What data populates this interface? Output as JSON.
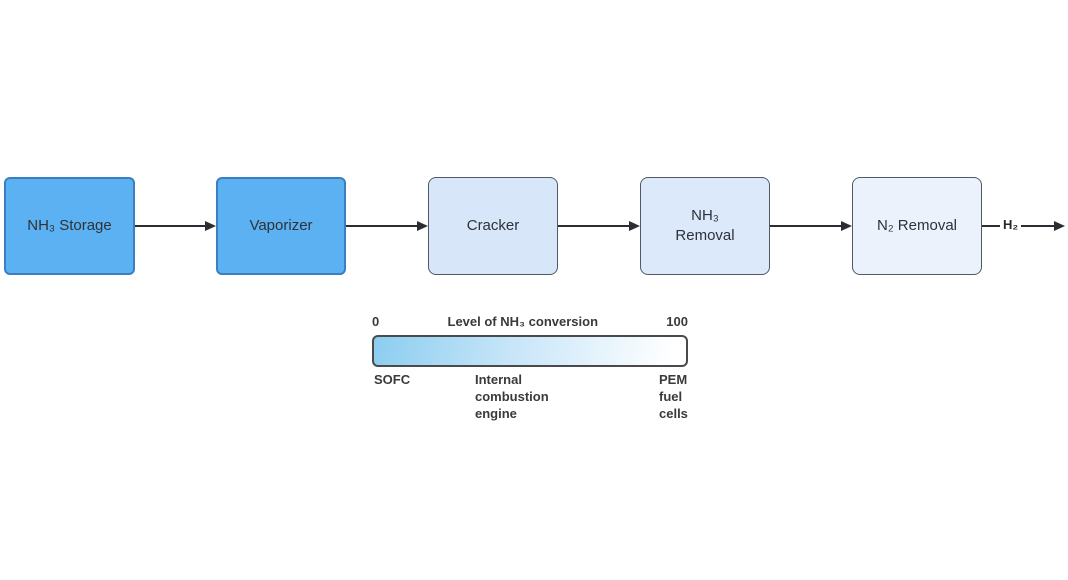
{
  "flow": {
    "boxes": [
      {
        "label": "NH₃ Storage"
      },
      {
        "label": "Vaporizer"
      },
      {
        "label": "Cracker"
      },
      {
        "label": "NH₃\nRemoval"
      },
      {
        "label": "N₂ Removal"
      }
    ],
    "output_label": "H₂"
  },
  "conversion_scale": {
    "min": "0",
    "max": "100",
    "title": "Level of NH₃ conversion",
    "labels": {
      "left": "SOFC",
      "middle": "Internal combustion engine",
      "right": "PEM fuel cells"
    }
  },
  "colors": {
    "primary_box_fill": "#5cb1f2",
    "primary_box_border": "#3c7ebe",
    "cracker_box_fill": "#d7e6f9",
    "nh3_removal_box_fill": "#dce9fb",
    "n2_removal_box_fill": "#ecf2fb",
    "light_box_border": "#4f5a66",
    "arrow": "#2a2e33",
    "bar_gradient_start": "#8ccdf0",
    "bar_gradient_end": "#ffffff",
    "text": "#2d3238"
  }
}
